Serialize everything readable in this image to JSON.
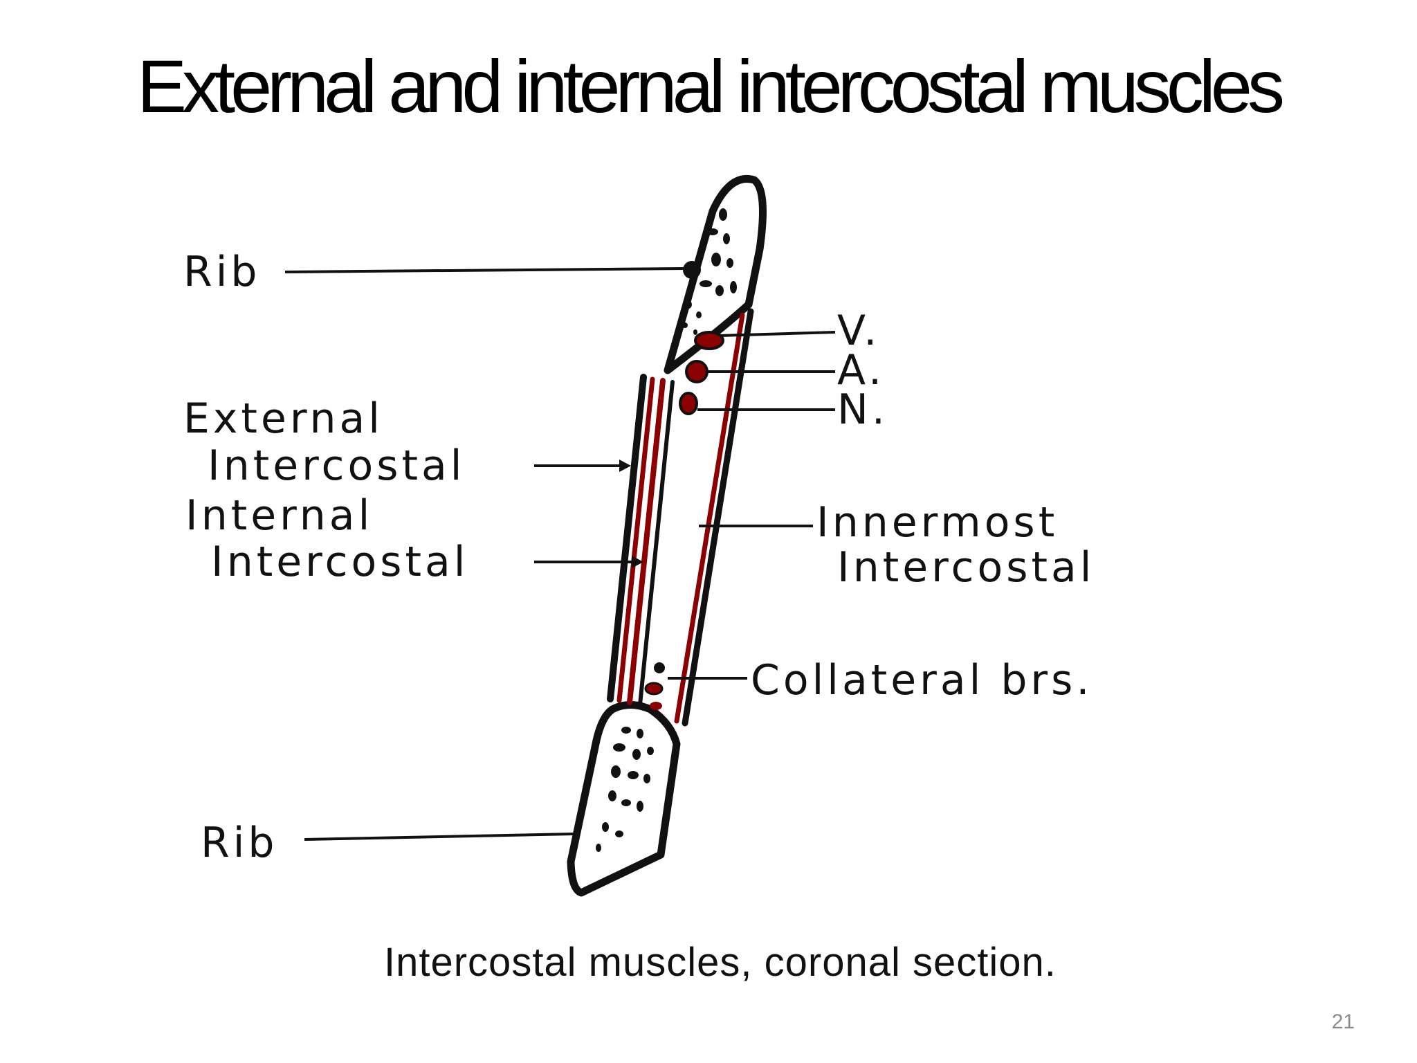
{
  "slide": {
    "title": "External and internal intercostal muscles",
    "page_number": "21"
  },
  "figure": {
    "labels": {
      "rib_top": "Rib",
      "rib_bottom": "Rib",
      "vein": "V.",
      "artery": "A.",
      "nerve": "N.",
      "external_line1": "External",
      "external_line2": "Intercostal",
      "internal_line1": "Internal",
      "internal_line2": "Intercostal",
      "innermost_line1": "Innermost",
      "innermost_line2": "Intercostal",
      "collateral": "Collateral brs."
    },
    "caption": "Intercostal muscles, coronal section.",
    "colors": {
      "outline": "#111111",
      "muscle": "#8b0000",
      "vessel": "#8b0000"
    }
  }
}
